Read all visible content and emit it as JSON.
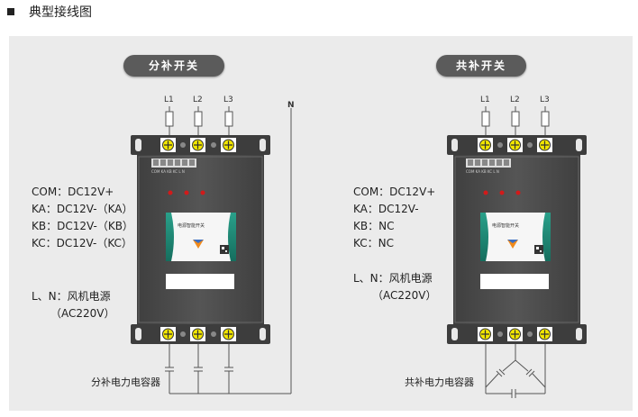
{
  "heading": "典型接线图",
  "left": {
    "title": "分补开关",
    "phases": [
      "L1",
      "L2",
      "L3"
    ],
    "neutral": "N",
    "legend": [
      "COM：DC12V+",
      "KA：DC12V-（KA）",
      "KB：DC12V-（KB）",
      "KC：DC12V-（KC）"
    ],
    "fan": "L、N：风机电源",
    "fan_ac": "（AC220V）",
    "capacitor": "分补电力电容器",
    "terminals": "COM KA KB KC L N",
    "label_panel": "电源智能开关"
  },
  "right": {
    "title": "共补开关",
    "phases": [
      "L1",
      "L2",
      "L3"
    ],
    "legend": [
      "COM：DC12V+",
      "KA：DC12V-",
      "KB：NC",
      "KC：NC"
    ],
    "fan": "L、N：风机电源",
    "fan_ac": "（AC220V）",
    "capacitor": "共补电力电容器",
    "terminals": "COM KA KB KC L N",
    "label_panel": "电源智能开关"
  },
  "colors": {
    "housing": "#4a4a4a",
    "terminal": "#f2e600",
    "panel": "#ebebeb",
    "led": "#d21a1a",
    "teal": "#1f8f7c"
  }
}
